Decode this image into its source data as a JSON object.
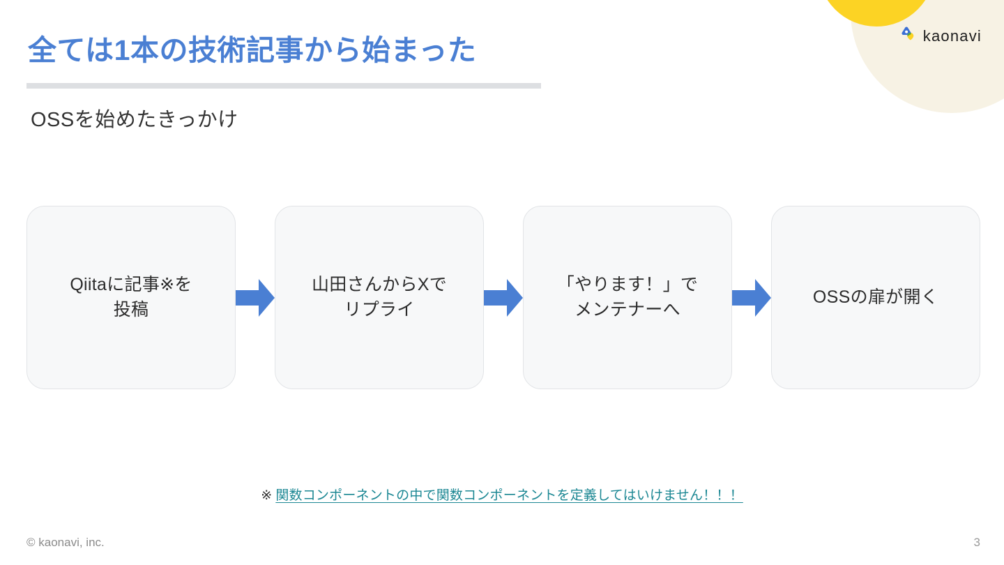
{
  "slide": {
    "title": "全ては1本の技術記事から始まった",
    "subtitle": "OSSを始めたきっかけ",
    "title_color": "#4a7fd3",
    "rule_color": "#dddfe2"
  },
  "logo": {
    "wordmark": "kaonavi",
    "mark_blue": "#3b6fd4",
    "mark_yellow": "#fcd324"
  },
  "decor": {
    "yellow_circle": "#fcd324",
    "cream_circle": "#f7f2e4"
  },
  "flow": {
    "arrow_color": "#4a7fd3",
    "card_fill": "#f7f8f9",
    "card_border": "#e2e4e7",
    "steps": [
      {
        "text": "Qiitaに記事※を\n投稿"
      },
      {
        "text": "山田さんからXで\nリプライ"
      },
      {
        "text": "「やります！」で\nメンテナーへ"
      },
      {
        "text": "OSSの扉が開く"
      }
    ],
    "arrows": [
      {
        "name": "arrow-1"
      },
      {
        "name": "arrow-2"
      },
      {
        "name": "arrow-3"
      }
    ]
  },
  "footnote": {
    "mark": "※",
    "link_text": "関数コンポーネントの中で関数コンポーネントを定義してはいけません！！！",
    "link_color": "#1b8793"
  },
  "footer": {
    "copyright": "© kaonavi, inc.",
    "page_number": "3"
  }
}
